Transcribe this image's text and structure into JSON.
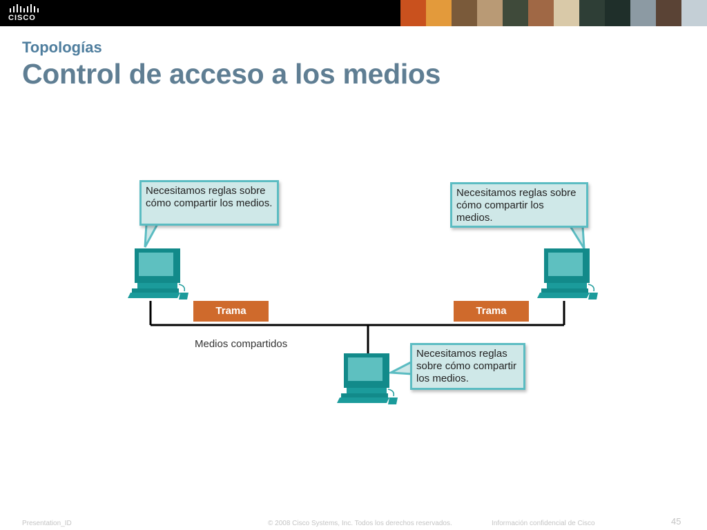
{
  "header": {
    "logo_text": "CISCO",
    "photo_strip_colors": [
      "#c9511e",
      "#e39a3b",
      "#7a5a3a",
      "#b99a75",
      "#3f4a3a",
      "#a06845",
      "#d9c9a8",
      "#2e3e36",
      "#1f2f2a",
      "#8c9aa3",
      "#5a4335",
      "#c4cfd6"
    ]
  },
  "slide": {
    "subtitle": "Topologías",
    "title": "Control de acceso a los medios"
  },
  "diagram": {
    "bubble_left": "Necesitamos reglas sobre cómo compartir los medios.",
    "bubble_right": "Necesitamos reglas sobre cómo compartir los medios.",
    "bubble_bottom": "Necesitamos reglas sobre cómo compartir los medios.",
    "frame_left": "Trama",
    "frame_right": "Trama",
    "shared_media_label": "Medios compartidos",
    "colors": {
      "bubble_fill": "#cfe8e8",
      "bubble_border": "#5bbcc2",
      "frame": "#cf6a2c",
      "computer": "#1b9b9b",
      "bus_line": "#000000"
    }
  },
  "footer": {
    "presentation_id": "Presentation_ID",
    "copyright": "© 2008 Cisco Systems, Inc. Todos los derechos reservados.",
    "confidential": "Información confidencial de Cisco",
    "page_number": "45"
  }
}
